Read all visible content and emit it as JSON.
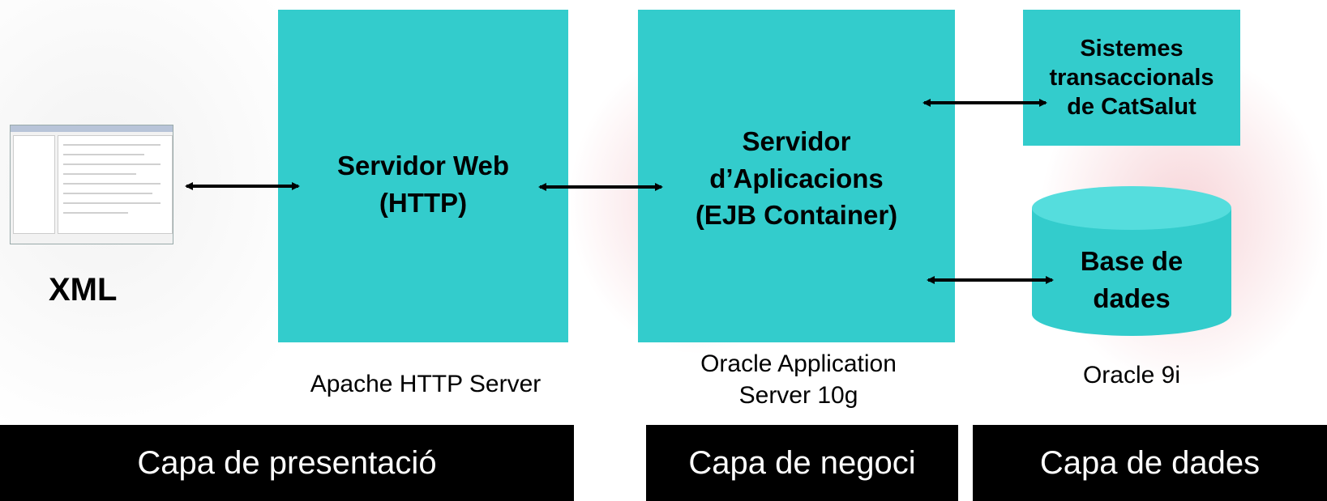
{
  "client": {
    "label": "XML"
  },
  "boxes": {
    "web_server": "Servidor Web\n(HTTP)",
    "app_server": "Servidor\nd’Aplicacions\n(EJB Container)",
    "transactional": "Sistemes\ntransaccionals\nde CatSalut",
    "database": "Base de\ndades"
  },
  "captions": {
    "web_server": "Apache HTTP Server",
    "app_server": "Oracle Application\nServer 10g",
    "database": "Oracle 9i"
  },
  "layers": {
    "presentation": "Capa de presentació",
    "business": "Capa de negoci",
    "data": "Capa de dades"
  },
  "colors": {
    "box": "#33cccc",
    "layer_bar": "#000000",
    "layer_text": "#ffffff"
  }
}
